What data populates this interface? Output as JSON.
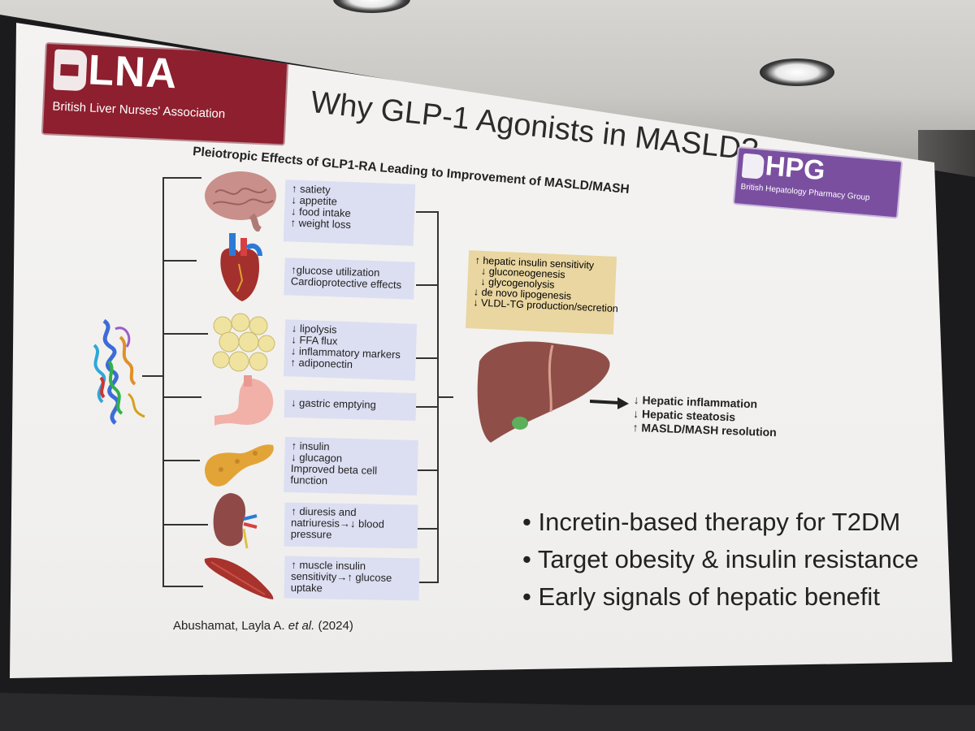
{
  "logos": {
    "bln": {
      "mark": "LNA",
      "subtitle": "British Liver Nurses' Association",
      "color": "#8d1f2e"
    },
    "hpg": {
      "mark": "HPG",
      "subtitle": "British Hepatology Pharmacy Group",
      "color": "#7a4fa0"
    }
  },
  "slide": {
    "title": "Why GLP-1 Agonists in MASLD?",
    "diagram_title": "Pleiotropic Effects of GLP1-RA Leading to Improvement of MASLD/MASH",
    "organs": [
      {
        "name": "brain-icon",
        "effects": [
          "↑ satiety",
          "↓ appetite",
          "↓ food intake",
          "↑ weight loss"
        ]
      },
      {
        "name": "heart-icon",
        "effects": [
          "↑glucose utilization",
          "Cardioprotective effects"
        ]
      },
      {
        "name": "adipose-icon",
        "effects": [
          "↓ lipolysis",
          "↓ FFA flux",
          "↓ inflammatory markers",
          "↑ adiponectin"
        ]
      },
      {
        "name": "stomach-icon",
        "effects": [
          "↓ gastric emptying"
        ]
      },
      {
        "name": "pancreas-icon",
        "effects": [
          "↑ insulin",
          "↓ glucagon",
          "Improved beta cell",
          "function"
        ]
      },
      {
        "name": "kidney-icon",
        "effects": [
          "↑ diuresis and",
          "natriuresis→↓ blood",
          "pressure"
        ]
      },
      {
        "name": "muscle-icon",
        "effects": [
          "↑ muscle insulin",
          "sensitivity→↑ glucose",
          "uptake"
        ]
      }
    ],
    "liver_effects": [
      "↑ hepatic insulin sensitivity",
      "↓ gluconeogenesis",
      "↓ glycogenolysis",
      "↓ de novo lipogenesis",
      "↓ VLDL-TG production/secretion"
    ],
    "outcomes": [
      "↓ Hepatic inflammation",
      "↓ Hepatic steatosis",
      "↑ MASLD/MASH resolution"
    ],
    "citation_author": "Abushamat, Layla A. ",
    "citation_etal": "et al.",
    "citation_year": " (2024)",
    "bullets": [
      "Incretin-based therapy for T2DM",
      "Target obesity & insulin resistance",
      "Early signals of hepatic benefit"
    ]
  }
}
